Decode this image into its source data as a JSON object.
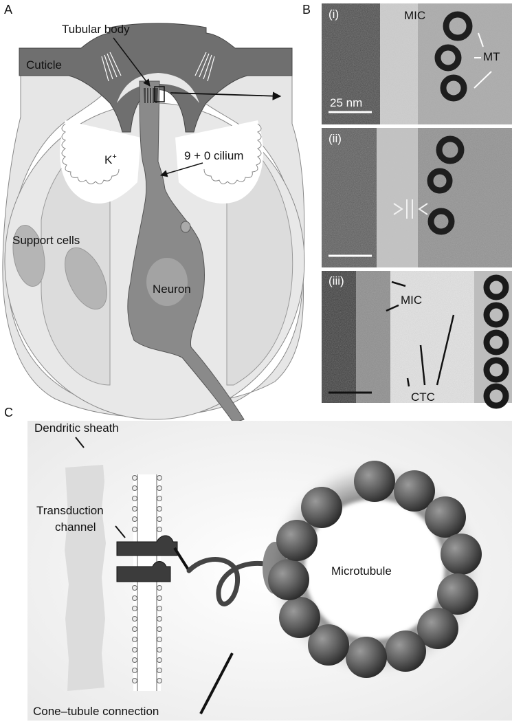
{
  "panels": {
    "a": {
      "letter": "A",
      "labels": {
        "tubular_body": "Tubular body",
        "cuticle": "Cuticle",
        "k": "K",
        "k_sup": "+",
        "cilium": "9 + 0 cilium",
        "support_cells": "Support cells",
        "neuron": "Neuron"
      }
    },
    "b": {
      "letter": "B",
      "sub_i": {
        "tag": "(i)",
        "mic": "MIC",
        "mt": "MT",
        "scale": "25 nm"
      },
      "sub_ii": {
        "tag": "(ii)"
      },
      "sub_iii": {
        "tag": "(iii)",
        "mic": "MIC",
        "ctc": "CTC"
      }
    },
    "c": {
      "letter": "C",
      "labels": {
        "sheath": "Dendritic sheath",
        "channel_1": "Transduction",
        "channel_2": "channel",
        "microtubule": "Microtubule",
        "ctc": "Cone–tubule connection"
      }
    }
  },
  "colors": {
    "cuticle": "#6f6f6f",
    "neuron": "#8a8a8a",
    "support": "#d6d6d6",
    "sheath": "#dcdcdc",
    "subunit": "#5a5a5a",
    "em_dark": "#2a2a2a"
  }
}
